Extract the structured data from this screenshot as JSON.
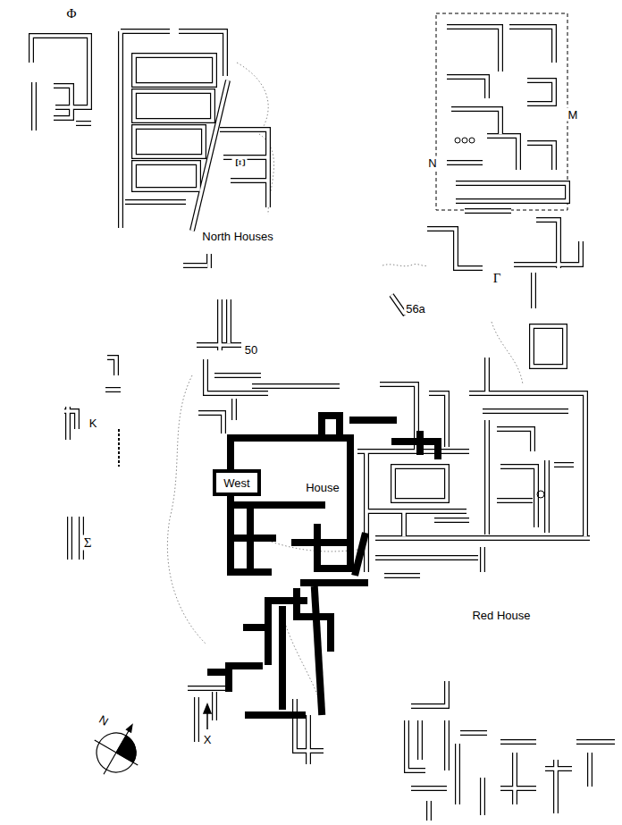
{
  "diagram": {
    "labels": [
      "Φ",
      "Ξ",
      "North Houses",
      "N",
      "M",
      "Γ",
      "56a",
      "50",
      "K",
      "West",
      "House",
      "Σ",
      "Red House",
      "X",
      "N"
    ]
  }
}
